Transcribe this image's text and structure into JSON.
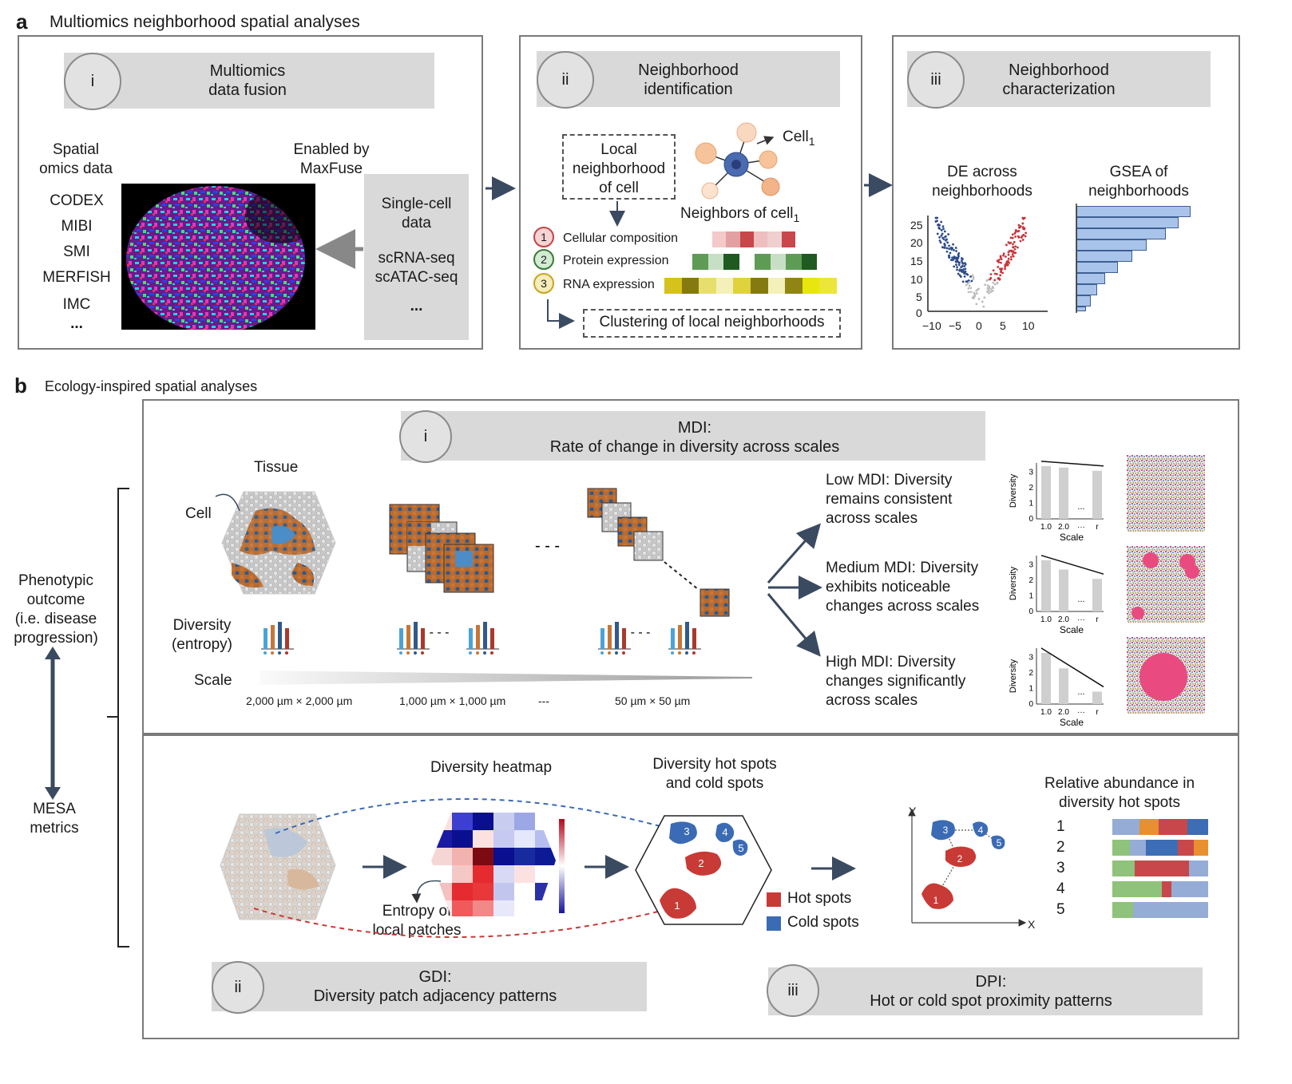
{
  "panel_a": {
    "letter": "a",
    "title": "Multiomics neighborhood spatial analyses",
    "box_i": {
      "roman": "i",
      "title_l1": "Multiomics",
      "title_l2": "data fusion",
      "spatial_l1": "Spatial",
      "spatial_l2": "omics data",
      "methods": [
        "CODEX",
        "MIBI",
        "SMI",
        "MERFISH",
        "IMC",
        "..."
      ],
      "enabled_l1": "Enabled by",
      "enabled_l2": "MaxFuse",
      "sc_l1": "Single-cell",
      "sc_l2": "data",
      "sc_rna": "scRNA-seq",
      "sc_atac": "scATAC-seq",
      "sc_more": "..."
    },
    "box_ii": {
      "roman": "ii",
      "title_l1": "Neighborhood",
      "title_l2": "identification",
      "local_l1": "Local",
      "local_l2": "neighborhood",
      "local_l3": "of cell",
      "cell_label": "Cell",
      "cell_sub": "1",
      "neighbors_label": "Neighbors of cell",
      "neighbors_sub": "1",
      "features": [
        {
          "num": "1",
          "label": "Cellular composition"
        },
        {
          "num": "2",
          "label": "Protein expression"
        },
        {
          "num": "3",
          "label": "RNA expression"
        }
      ],
      "clustering": "Clustering of local neighborhoods"
    },
    "box_iii": {
      "roman": "iii",
      "title_l1": "Neighborhood",
      "title_l2": "characterization",
      "de_l1": "DE across",
      "de_l2": "neighborhoods",
      "gsea_l1": "GSEA of",
      "gsea_l2": "neighborhoods",
      "volcano_yticks": [
        "0",
        "5",
        "10",
        "15",
        "20",
        "25"
      ],
      "volcano_xticks": [
        "−10",
        "−5",
        "0",
        "5",
        "10"
      ]
    }
  },
  "panel_b": {
    "letter": "b",
    "title": "Ecology-inspired spatial analyses",
    "phenotypic_l1": "Phenotypic",
    "phenotypic_l2": "outcome",
    "phenotypic_l3": "(i.e. disease",
    "phenotypic_l4": "progression)",
    "mesa_l1": "MESA",
    "mesa_l2": "metrics",
    "mdi": {
      "roman": "i",
      "title_l1": "MDI:",
      "title_l2": "Rate of change in diversity across scales",
      "tissue": "Tissue",
      "cell": "Cell",
      "diversity_l1": "Diversity",
      "diversity_l2": "(entropy)",
      "scale": "Scale",
      "scale_labels": [
        "2,000 µm × 2,000 µm",
        "1,000 µm × 1,000 µm",
        "---",
        "50 µm × 50 µm"
      ],
      "outcomes": [
        {
          "l1": "Low MDI: Diversity",
          "l2": "remains consistent",
          "l3": "across scales",
          "bars": [
            3.4,
            3.3,
            3.1
          ]
        },
        {
          "l1": "Medium MDI: Diversity",
          "l2": "exhibits noticeable",
          "l3": "changes across scales",
          "bars": [
            3.3,
            2.7,
            2.1
          ]
        },
        {
          "l1": "High MDI: Diversity",
          "l2": "changes significantly",
          "l3": "across scales",
          "bars": [
            3.3,
            2.3,
            0.8
          ]
        }
      ],
      "mini_axis_label": "Diversity",
      "mini_xlabel": "Scale",
      "mini_xticks": [
        "1.0",
        "2.0",
        "···",
        "r"
      ],
      "mini_yticks": [
        "0",
        "1",
        "2",
        "3"
      ],
      "mini_dots": "..."
    },
    "gdi": {
      "roman": "ii",
      "title_l1": "GDI:",
      "title_l2": "Diversity patch adjacency patterns",
      "heatmap_title": "Diversity heatmap",
      "entropy_l1": "Entropy of",
      "entropy_l2": "local patches",
      "hotcold_l1": "Diversity hot spots",
      "hotcold_l2": "and cold spots",
      "hot_label": "Hot spots",
      "cold_label": "Cold spots",
      "spot_numbers": [
        "1",
        "2",
        "3",
        "4",
        "5"
      ]
    },
    "dpi": {
      "roman": "iii",
      "title_l1": "DPI:",
      "title_l2": "Hot or cold spot proximity patterns",
      "abund_l1": "Relative abundance in",
      "abund_l2": "diversity hot spots",
      "axis_x": "X",
      "axis_y": "Y",
      "rows": [
        {
          "label": "1",
          "segments": [
            28,
            20,
            30,
            22
          ]
        },
        {
          "label": "2",
          "segments": [
            18,
            17,
            33,
            17,
            15
          ]
        },
        {
          "label": "3",
          "segments": [
            23,
            57,
            20
          ]
        },
        {
          "label": "4",
          "segments": [
            52,
            10,
            38
          ]
        },
        {
          "label": "5",
          "segments": [
            22,
            78
          ]
        }
      ],
      "row_colors": [
        [
          "#95acd6",
          "#e8902f",
          "#c8474b",
          "#3d6db4"
        ],
        [
          "#8fc27a",
          "#95acd6",
          "#3d6db4",
          "#c8474b",
          "#e8902f"
        ],
        [
          "#8fc27a",
          "#c8474b",
          "#95acd6"
        ],
        [
          "#8fc27a",
          "#c8474b",
          "#95acd6"
        ],
        [
          "#8fc27a",
          "#95acd6"
        ]
      ]
    }
  },
  "colors": {
    "hot": "#c83a36",
    "cold": "#3b6bb4",
    "banner": "#d9d9d9",
    "frame": "#7a7a7a"
  }
}
